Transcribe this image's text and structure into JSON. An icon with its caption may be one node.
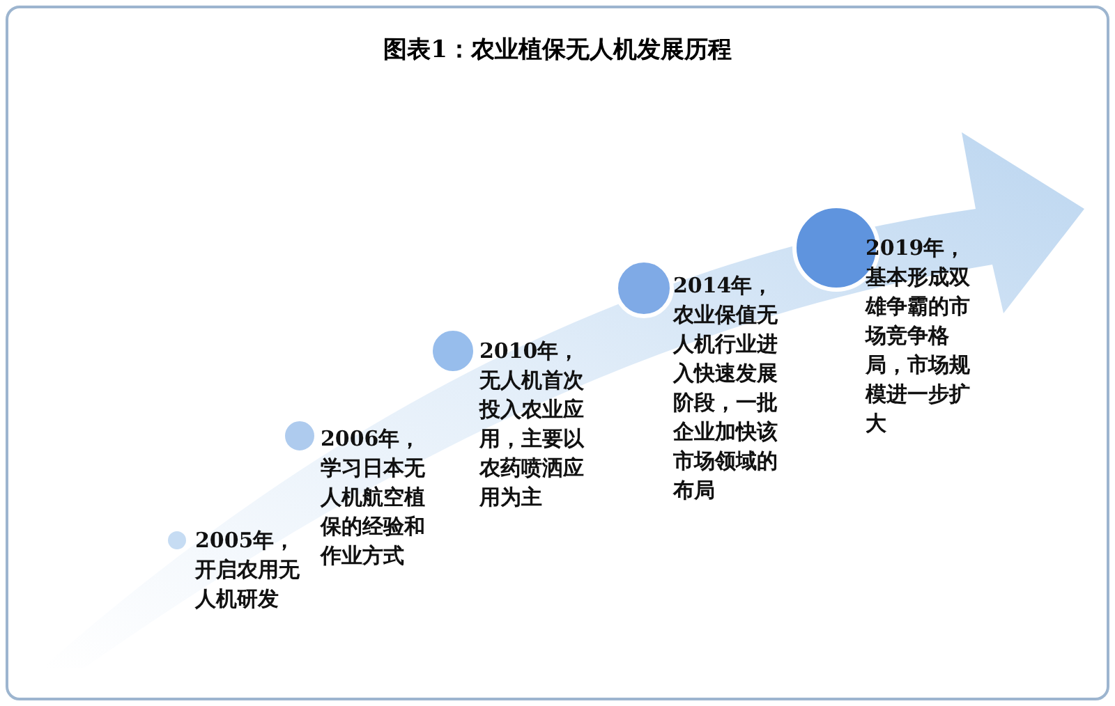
{
  "diagram": {
    "title": "图表1：农业植保无人机发展历程",
    "nodes": [
      {
        "text": [],
        "shape": "circle",
        "beside": [
          "2005年，开启农用无人机研发"
        ]
      },
      {
        "text": [],
        "shape": "circle",
        "beside": [
          "2006年，学习日本无人机航空植保的经验和作业方式"
        ]
      },
      {
        "text": [],
        "shape": "circle",
        "beside": [
          "2010年，无人机首次投入农业应用，主要以农药喷洒应用为主"
        ]
      },
      {
        "text": [],
        "shape": "circle",
        "beside": [
          "2014年，农业保值无人机行业进入快速发展阶段，一批企业加快该市场领域的布局"
        ]
      },
      {
        "text": [],
        "shape": "circle",
        "beside": [
          "2019年，基本形成双雄争霸的市场竞争格局，市场规模进一步扩大"
        ]
      }
    ]
  }
}
